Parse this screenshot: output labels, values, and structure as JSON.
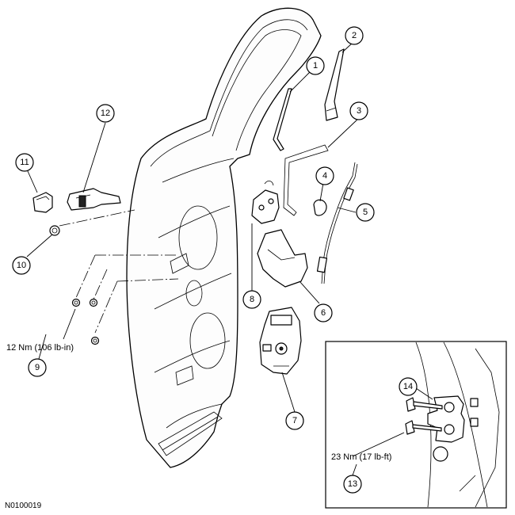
{
  "figure_id": "N0100019",
  "torque_labels": {
    "bolts_9": "12 Nm (106 lb-in)",
    "bolts_13": "23 Nm (17 lb-ft)"
  },
  "callouts": {
    "c1": "1",
    "c2": "2",
    "c3": "3",
    "c4": "4",
    "c5": "5",
    "c6": "6",
    "c7": "7",
    "c8": "8",
    "c9": "9",
    "c10": "10",
    "c11": "11",
    "c12": "12",
    "c13": "13",
    "c14": "14"
  }
}
